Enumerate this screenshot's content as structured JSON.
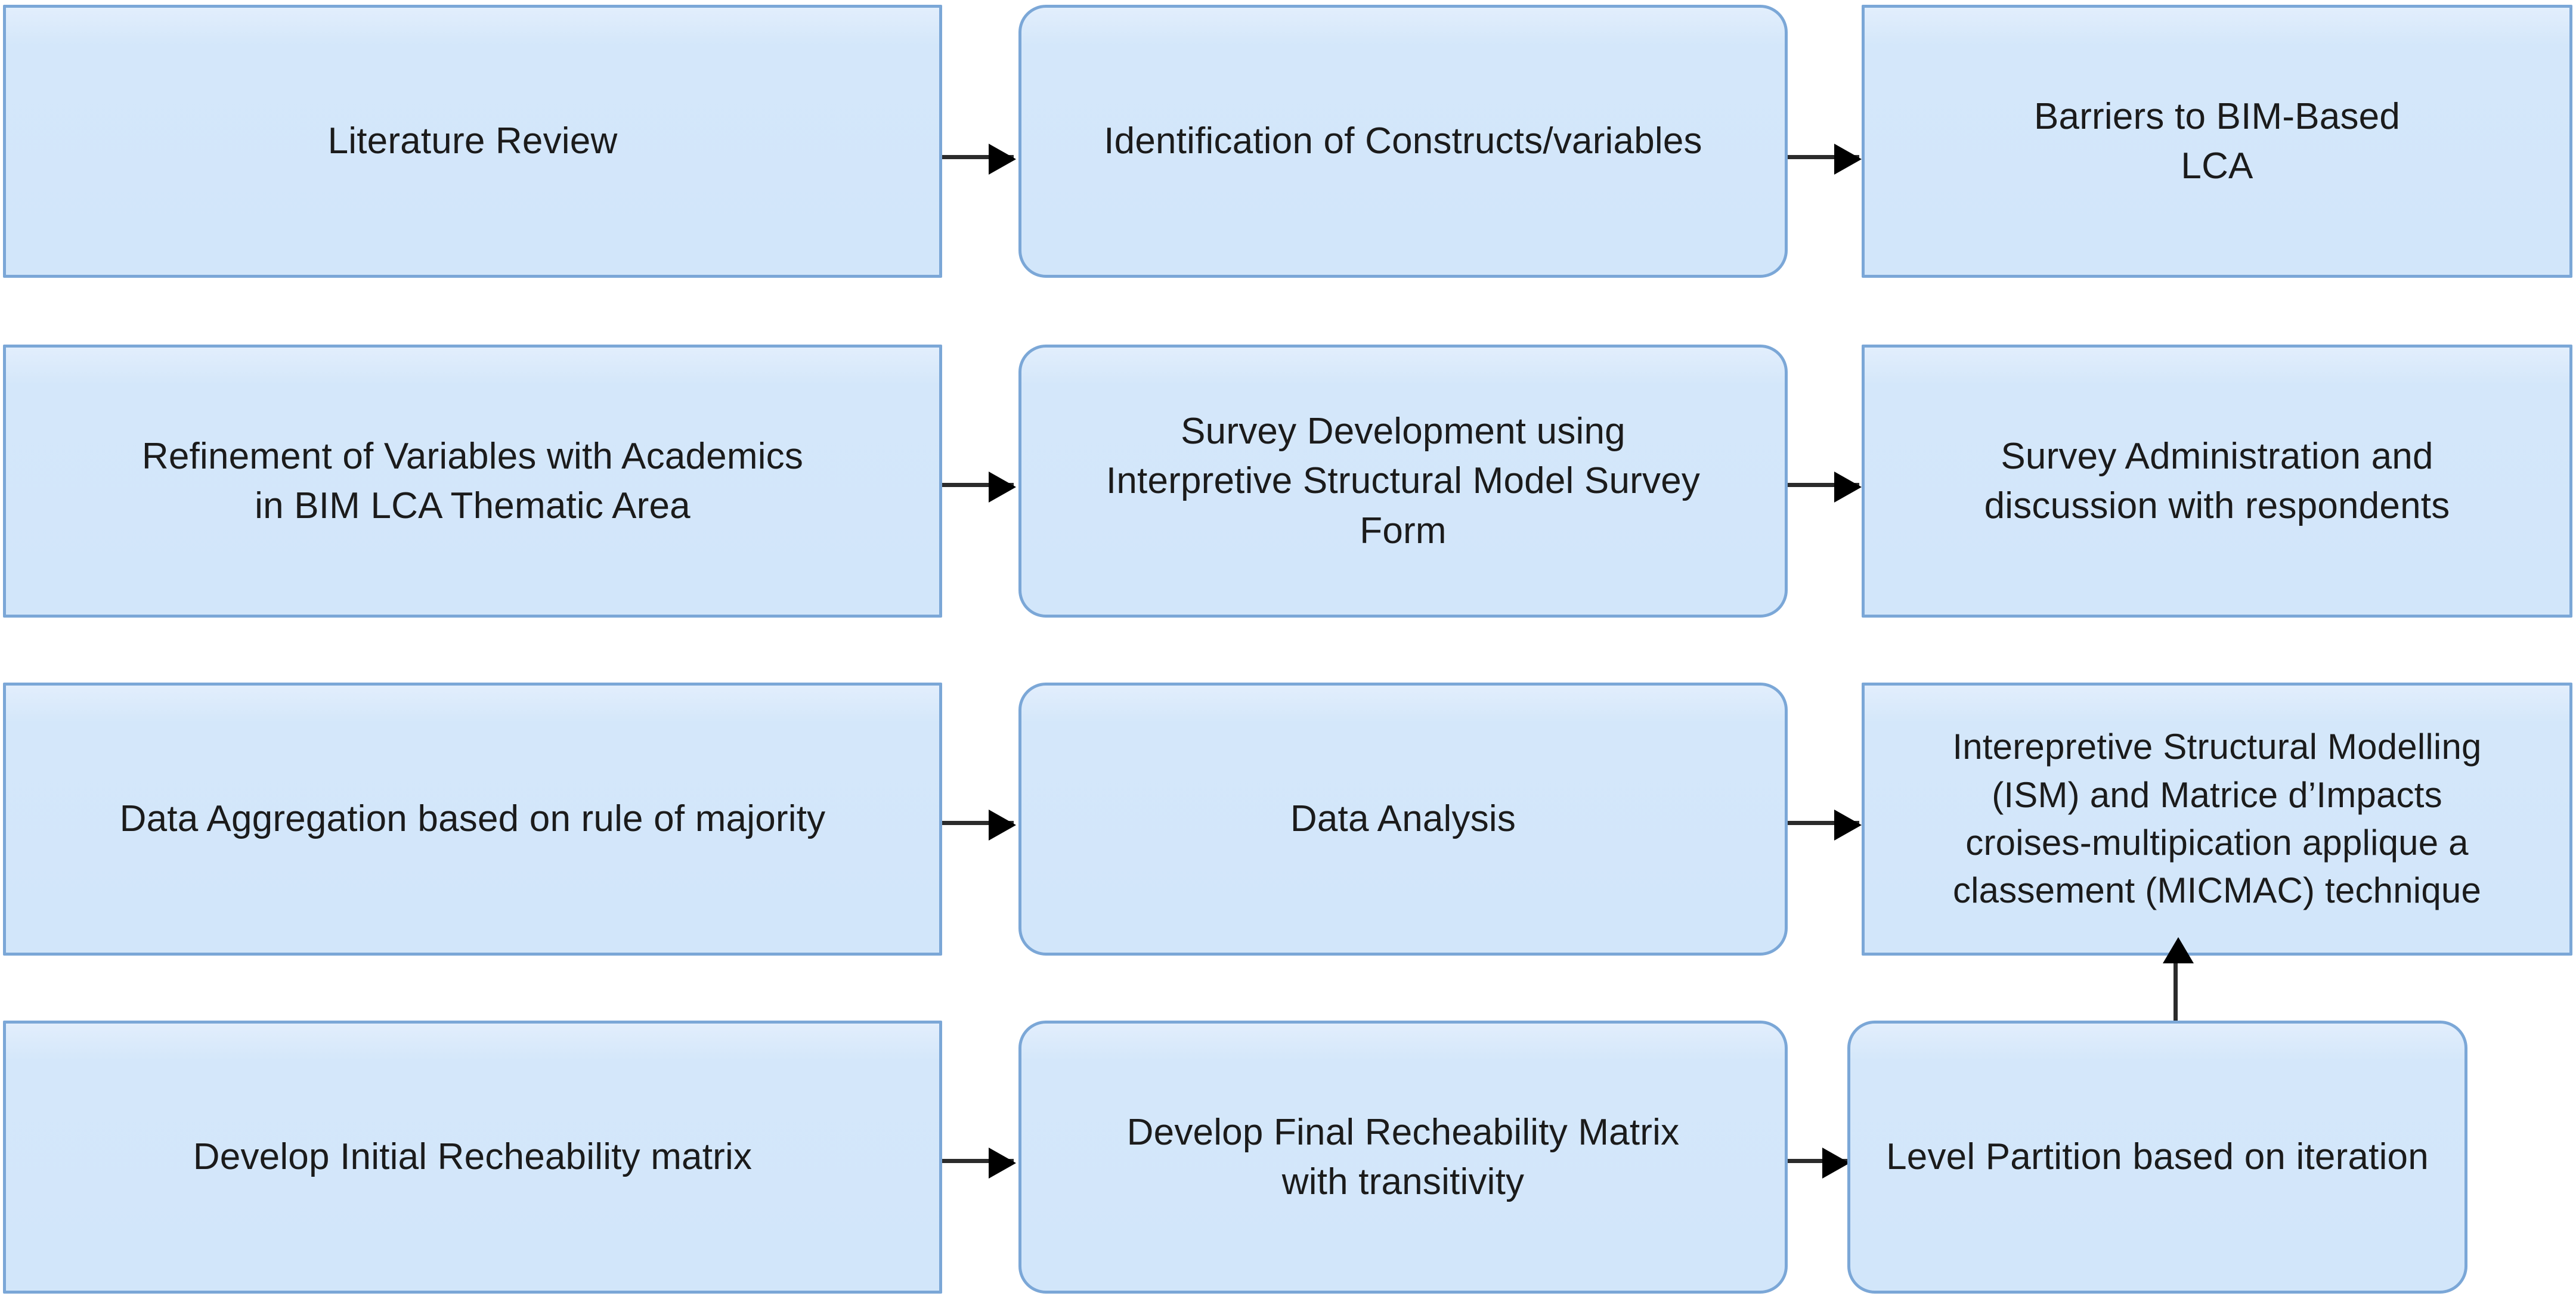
{
  "diagram": {
    "type": "flowchart",
    "title": "Research Methodology Flowchart for BIM-Based LCA Barriers (ISM / MICMAC)",
    "orientation": "left-to-right, wrapped over four rows",
    "colors": {
      "node_fill": "#d4e7fa",
      "node_fill_top_highlight": "#e2eefc",
      "node_border": "#7ba7d7",
      "arrow": "#000000",
      "text": "#1b1b1b",
      "background": "#ffffff"
    },
    "nodes": [
      {
        "id": "n1",
        "row": 1,
        "col": 1,
        "shape": "rectangle",
        "label": "Literature Review"
      },
      {
        "id": "n2",
        "row": 1,
        "col": 2,
        "shape": "rounded-rectangle",
        "label": "Identification of Constructs/variables"
      },
      {
        "id": "n3",
        "row": 1,
        "col": 3,
        "shape": "rectangle",
        "label": "Barriers to BIM-Based\nLCA"
      },
      {
        "id": "n4",
        "row": 2,
        "col": 1,
        "shape": "rectangle",
        "label": "Refinement of Variables with Academics\nin BIM LCA Thematic Area"
      },
      {
        "id": "n5",
        "row": 2,
        "col": 2,
        "shape": "rounded-rectangle",
        "label": "Survey Development using\nInterpretive Structural Model Survey\nForm"
      },
      {
        "id": "n6",
        "row": 2,
        "col": 3,
        "shape": "rectangle",
        "label": "Survey Administration and\ndiscussion with respondents"
      },
      {
        "id": "n7",
        "row": 3,
        "col": 1,
        "shape": "rectangle",
        "label": "Data Aggregation based on rule of majority"
      },
      {
        "id": "n8",
        "row": 3,
        "col": 2,
        "shape": "rounded-rectangle",
        "label": "Data Analysis"
      },
      {
        "id": "n9",
        "row": 3,
        "col": 3,
        "shape": "rectangle",
        "label": "Interepretive Structural Modelling\n(ISM) and Matrice d’Impacts\ncroises-multipication applique a\nclassement (MICMAC) technique"
      },
      {
        "id": "n10",
        "row": 4,
        "col": 1,
        "shape": "rectangle",
        "label": "Develop Initial Recheability matrix"
      },
      {
        "id": "n11",
        "row": 4,
        "col": 2,
        "shape": "rounded-rectangle",
        "label": "Develop Final Recheability Matrix\nwith transitivity"
      },
      {
        "id": "n12",
        "row": 4,
        "col": 3,
        "shape": "rounded-rectangle",
        "label": "Level Partition based on iteration"
      }
    ],
    "edges": [
      {
        "id": "e1",
        "from": "n1",
        "to": "n2",
        "direction": "right"
      },
      {
        "id": "e2",
        "from": "n2",
        "to": "n3",
        "direction": "right"
      },
      {
        "id": "e3",
        "from": "n4",
        "to": "n5",
        "direction": "right"
      },
      {
        "id": "e4",
        "from": "n5",
        "to": "n6",
        "direction": "right"
      },
      {
        "id": "e5",
        "from": "n7",
        "to": "n8",
        "direction": "right"
      },
      {
        "id": "e6",
        "from": "n8",
        "to": "n9",
        "direction": "right"
      },
      {
        "id": "e7",
        "from": "n10",
        "to": "n11",
        "direction": "right"
      },
      {
        "id": "e8",
        "from": "n11",
        "to": "n12",
        "direction": "right"
      },
      {
        "id": "e9",
        "from": "n12",
        "to": "n9",
        "direction": "up"
      }
    ]
  }
}
